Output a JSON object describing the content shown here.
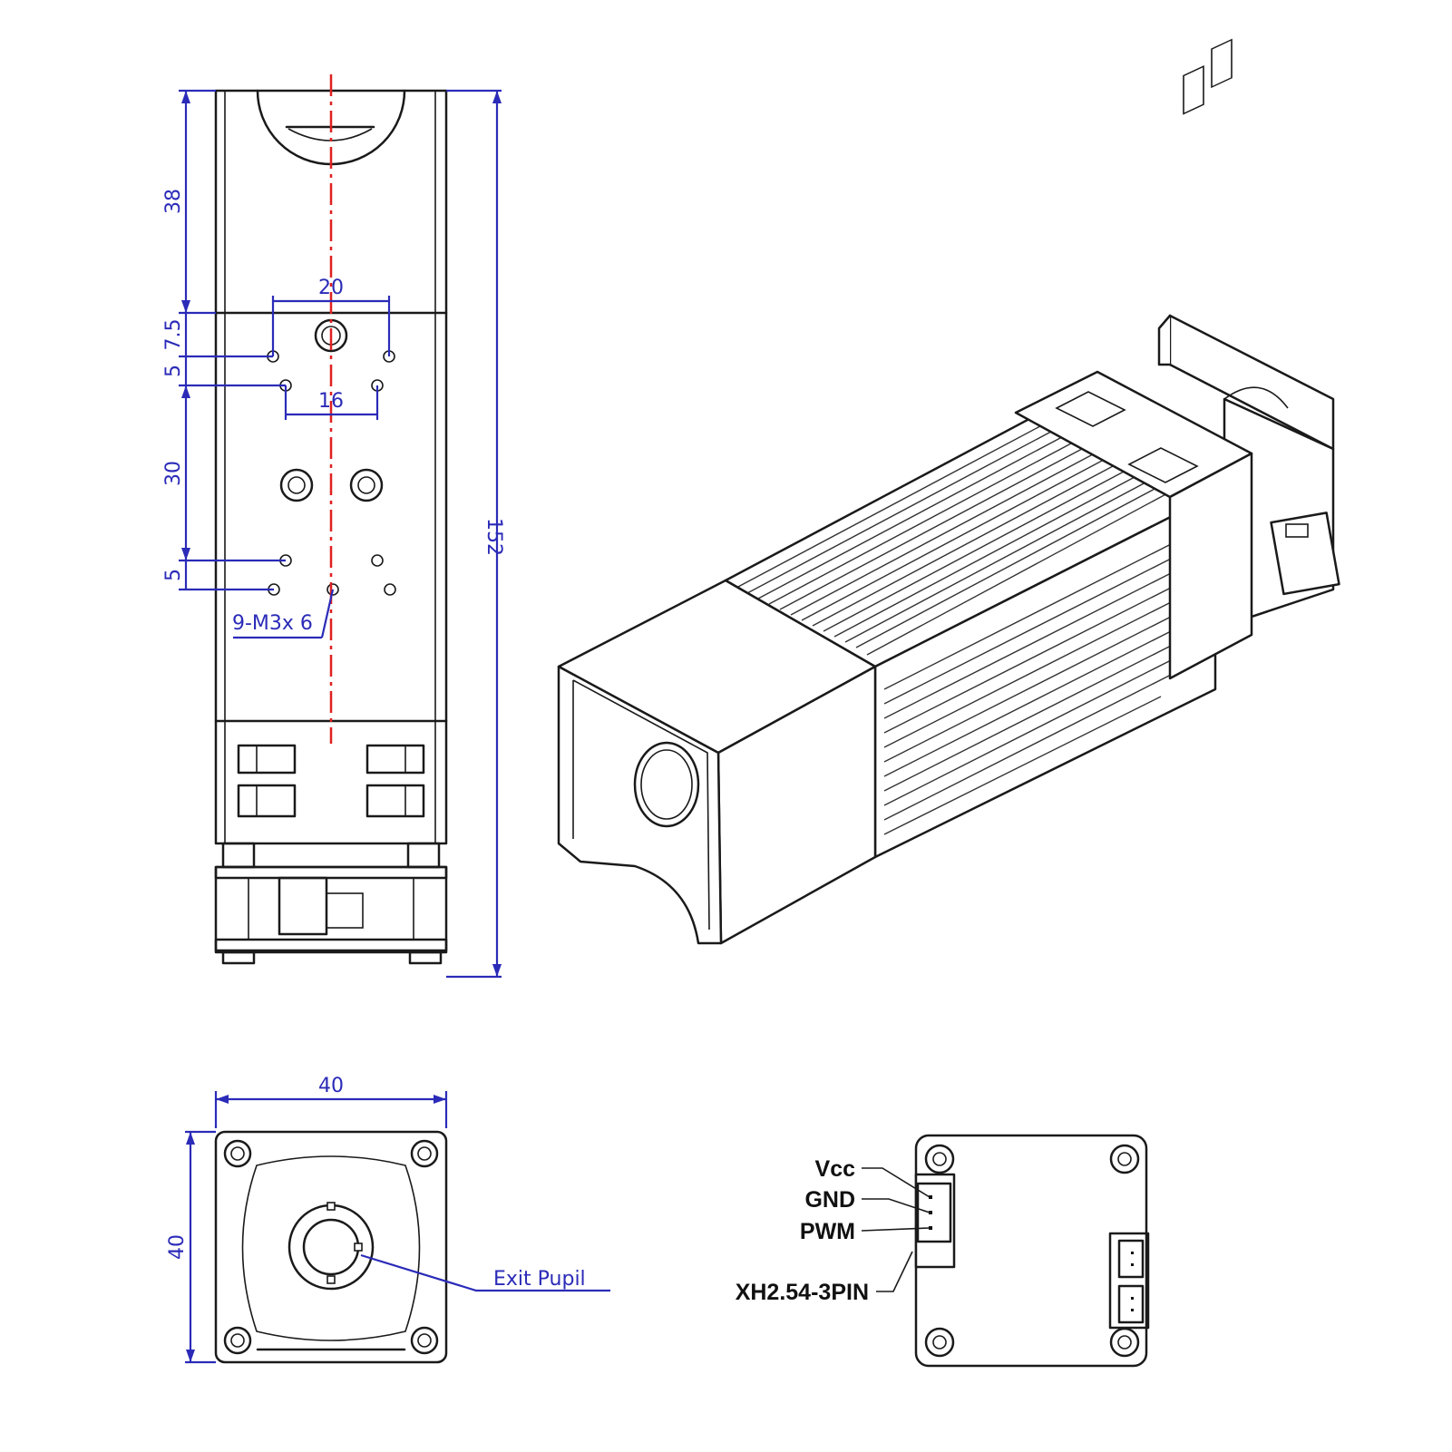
{
  "colors": {
    "dimension": "#2b2bb8",
    "centerline": "#e02020",
    "outline": "#1a1a1a"
  },
  "front_view": {
    "dimensions": {
      "d_38": "38",
      "d_7_5": "7.5",
      "d_5_top": "5",
      "d_30": "30",
      "d_5_bottom": "5",
      "d_152": "152",
      "d_20": "20",
      "d_16": "16"
    },
    "hole_callout": "9-M3x 6"
  },
  "end_view": {
    "width": "40",
    "height": "40",
    "exit_label": "Exit Pupil"
  },
  "connector_view": {
    "pins": [
      "Vcc",
      "GND",
      "PWM"
    ],
    "connector_label": "XH2.54-3PIN"
  }
}
